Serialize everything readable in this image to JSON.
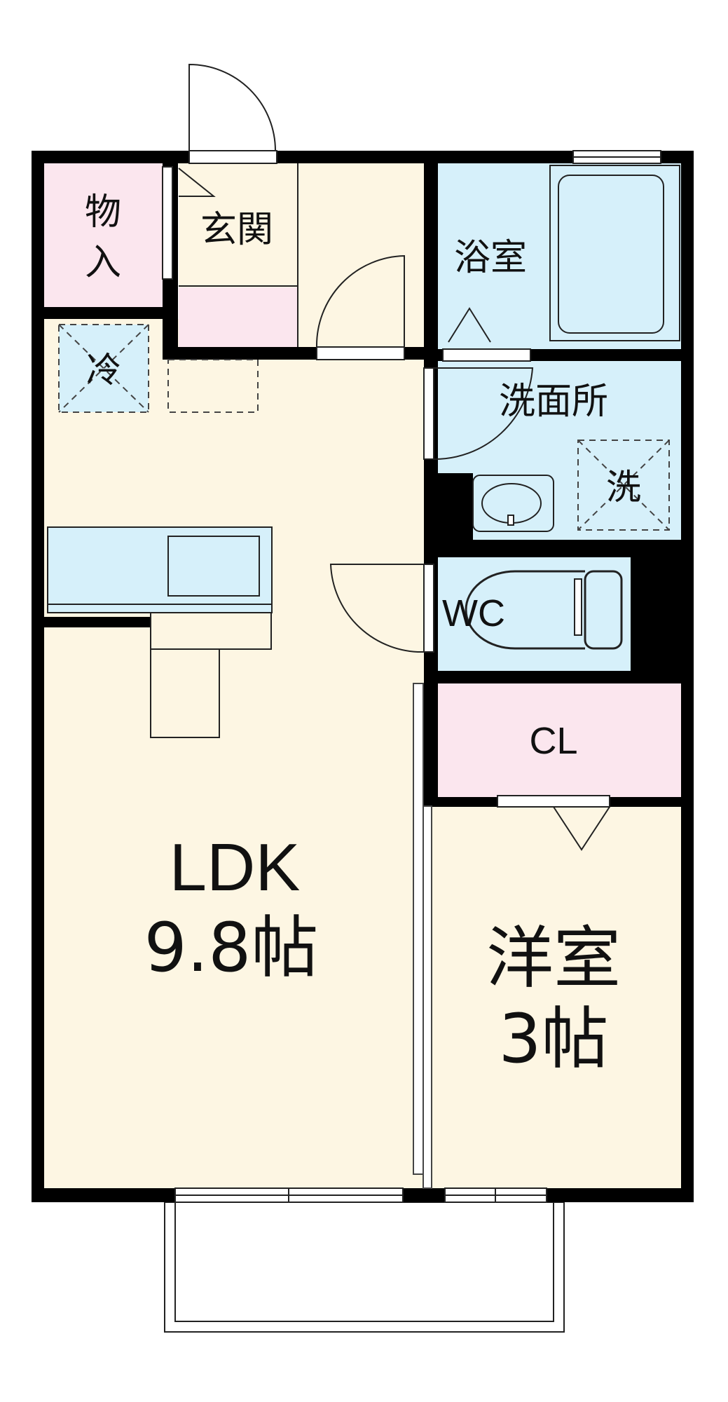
{
  "rooms": {
    "storage": "物入",
    "storage_line1": "物",
    "storage_line2": "入",
    "entrance": "玄関",
    "bath": "浴室",
    "fridge": "冷",
    "washroom": "洗面所",
    "washer": "洗",
    "toilet": "WC",
    "closet": "CL",
    "ldk_name": "LDK",
    "ldk_size": "9.8帖",
    "western_name": "洋室",
    "western_size": "3帖"
  },
  "colors": {
    "wall": "#000000",
    "living_floor": "#fdf6e3",
    "wet_area": "#d6f0fa",
    "storage_pink": "#fbe6ee"
  }
}
